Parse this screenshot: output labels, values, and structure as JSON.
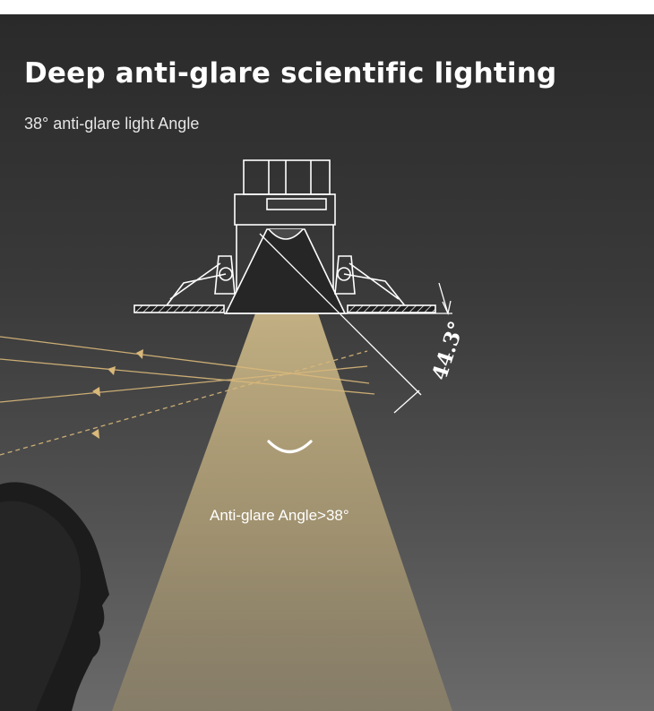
{
  "heading": {
    "title": "Deep anti-glare scientific lighting",
    "subtitle": "38° anti-glare light Angle"
  },
  "diagram": {
    "angle_label": "44.3°",
    "beam_label": "Anti-glare Angle>38°",
    "colors": {
      "background_top": "#2a2a2a",
      "background_bottom": "#6a6a6a",
      "beam": "#c9b586",
      "glare_rays": "#d9b87a",
      "outline": "#ffffff"
    },
    "icons": [
      "downlight-cross-section",
      "head-silhouette",
      "smile-icon",
      "glare-ray-arrows"
    ]
  }
}
